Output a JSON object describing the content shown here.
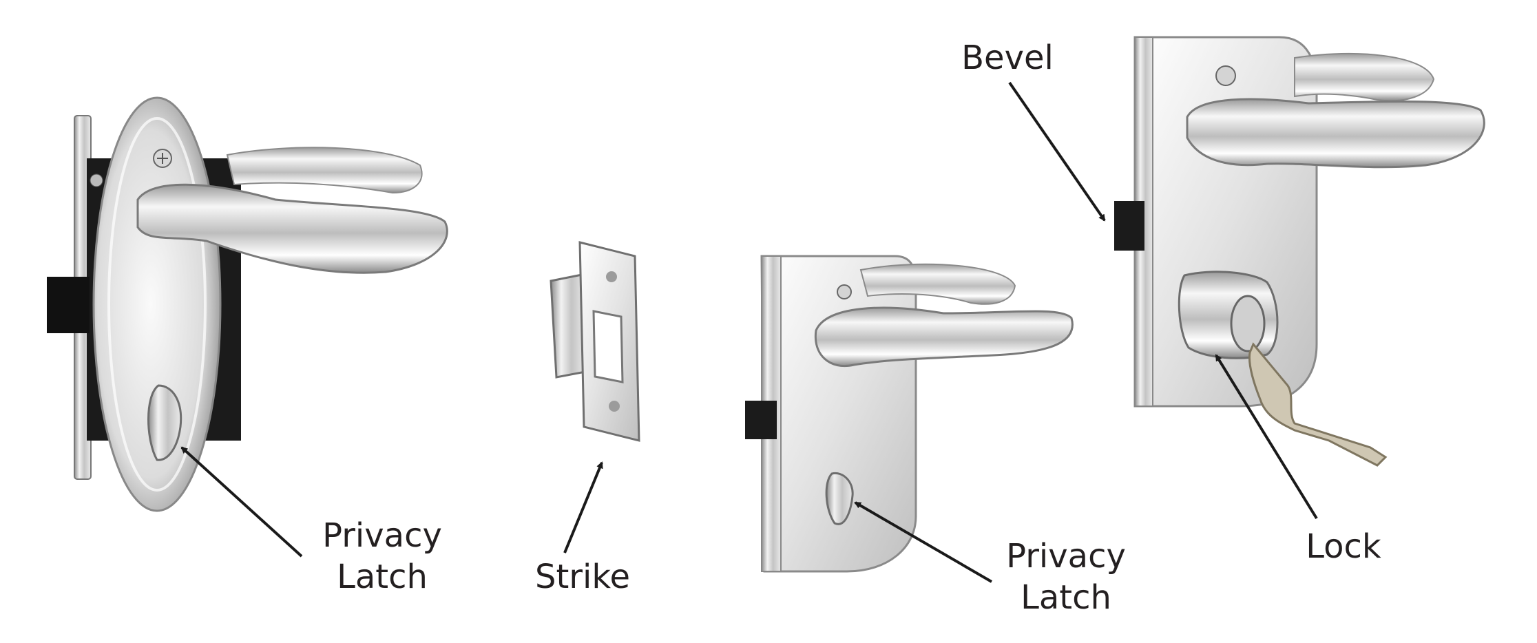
{
  "labels": {
    "privacy_latch_1": [
      "Privacy",
      "Latch"
    ],
    "strike": "Strike",
    "privacy_latch_2": [
      "Privacy",
      "Latch"
    ],
    "bevel": "Bevel",
    "lock": "Lock"
  },
  "colors": {
    "background": "#ffffff",
    "text": "#231f20",
    "arrow": "#1a1a1a",
    "chrome_light": "#f4f4f4",
    "chrome_mid": "#c9c9c9",
    "chrome_dark": "#7a7a7a",
    "black_part": "#1b1b1b"
  }
}
